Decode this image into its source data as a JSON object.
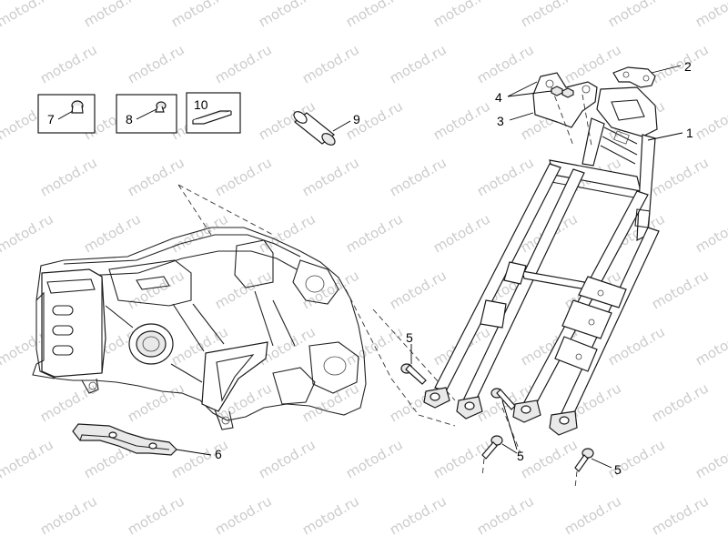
{
  "watermark": "motod.ru",
  "callouts": {
    "c1": "1",
    "c2": "2",
    "c3": "3",
    "c4": "4",
    "c5a": "5",
    "c5b": "5",
    "c5c": "5",
    "c6": "6",
    "c7": "7",
    "c8": "8",
    "c9": "9",
    "c10": "10"
  },
  "icons": {
    "nut": "nut-icon",
    "bolt": "bolt-icon",
    "pad": "rubber-pad-icon"
  }
}
